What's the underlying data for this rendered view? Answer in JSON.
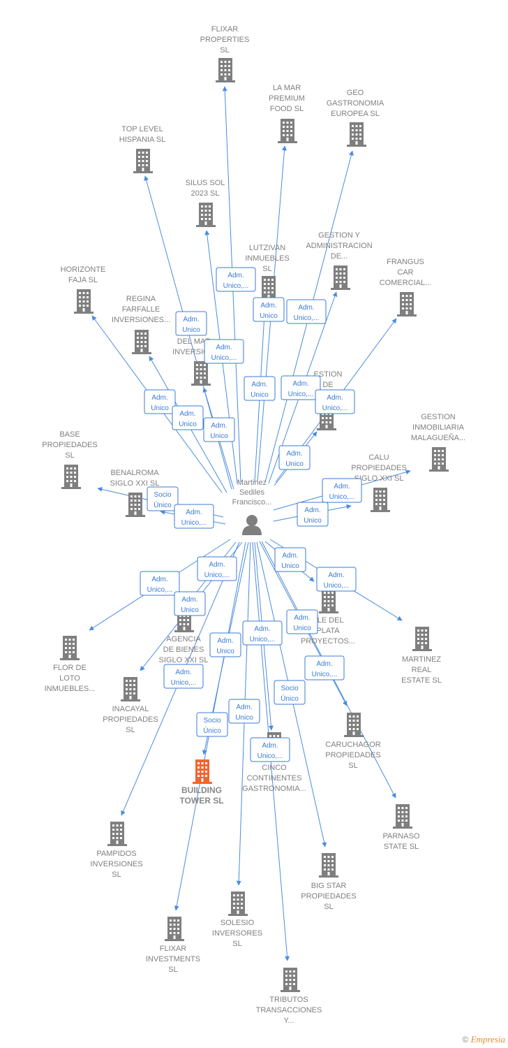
{
  "center": {
    "lines": [
      "Martinez",
      "Sediles",
      "Francisco..."
    ]
  },
  "colors": {
    "edge": "#4a8bdf",
    "node": "#7f7f7f",
    "highlight": "#f26530"
  },
  "nodes": [
    {
      "id": "flixar-properties",
      "lines": [
        "FLIXAR",
        "PROPERTIES",
        "SL"
      ]
    },
    {
      "id": "la-mar",
      "lines": [
        "LA MAR",
        "PREMIUM",
        "FOOD  SL"
      ]
    },
    {
      "id": "geo",
      "lines": [
        "GEO",
        "GASTRONOMIA",
        "EUROPEA  SL"
      ]
    },
    {
      "id": "top-level",
      "lines": [
        "TOP LEVEL",
        "HISPANIA  SL"
      ]
    },
    {
      "id": "silus",
      "lines": [
        "SILUS SOL",
        "2023  SL"
      ]
    },
    {
      "id": "gestion-admin",
      "lines": [
        "GESTION Y",
        "ADMINISTRACION",
        "DE..."
      ]
    },
    {
      "id": "lutzivan",
      "lines": [
        "LUTZIVAN",
        "INMUEBLES",
        "SL"
      ]
    },
    {
      "id": "frangus",
      "lines": [
        "FRANGUS",
        "CAR",
        "COMERCIAL..."
      ]
    },
    {
      "id": "horizonte",
      "lines": [
        "HORIZONTE",
        "FAJA  SL"
      ]
    },
    {
      "id": "regina",
      "lines": [
        "REGINA",
        "FARFALLE",
        "INVERSIONES..."
      ]
    },
    {
      "id": "mar-inversiones",
      "lines": [
        "RES",
        "DEL MAR",
        "INVERSIO..."
      ]
    },
    {
      "id": "gestion-de",
      "lines": [
        "ESTION",
        "DE",
        "INMO..."
      ]
    },
    {
      "id": "gestion-malaguena",
      "lines": [
        "GESTION",
        "INMOBILIARIA",
        "MALAGUEÑA..."
      ]
    },
    {
      "id": "base",
      "lines": [
        "BASE",
        "PROPIEDADES",
        "SL"
      ]
    },
    {
      "id": "benalroma",
      "lines": [
        "BENALROMA",
        "SIGLO XXI  SL"
      ]
    },
    {
      "id": "calu",
      "lines": [
        "CALU",
        "PROPIEDADES",
        "SIGLO XXI  SL"
      ]
    },
    {
      "id": "flor-de-loto",
      "lines": [
        "FLOR DE",
        "LOTO",
        "INMUEBLES..."
      ]
    },
    {
      "id": "agencia",
      "lines": [
        "AGENCIA",
        "DE BIENES",
        "SIGLO XXI  SL"
      ]
    },
    {
      "id": "mueble-plata",
      "lines": [
        "BLE DEL",
        "PLATA",
        "PROYECTOS..."
      ]
    },
    {
      "id": "martinez-real",
      "lines": [
        "MARTINEZ",
        "REAL",
        "ESTATE  SL"
      ]
    },
    {
      "id": "inacayal",
      "lines": [
        "INACAYAL",
        "PROPIEDADES",
        "SL"
      ]
    },
    {
      "id": "caruchagor",
      "lines": [
        "CARUCHAGOR",
        "PROPIEDADES",
        "SL"
      ]
    },
    {
      "id": "building-tower",
      "lines": [
        "BUILDING",
        "TOWER  SL"
      ],
      "highlight": true
    },
    {
      "id": "cinco",
      "lines": [
        "CINCO",
        "CONTINENTES",
        "GASTRONOMIA..."
      ]
    },
    {
      "id": "parnaso",
      "lines": [
        "PARNASO",
        "STATE  SL"
      ]
    },
    {
      "id": "pampidos",
      "lines": [
        "PAMPIDOS",
        "INVERSIONES",
        "SL"
      ]
    },
    {
      "id": "big-star",
      "lines": [
        "BIG STAR",
        "PROPIEDADES",
        "SL"
      ]
    },
    {
      "id": "solesio",
      "lines": [
        "SOLESIO",
        "INVERSORES",
        "SL"
      ]
    },
    {
      "id": "flixar-investments",
      "lines": [
        "FLIXAR",
        "INVESTMENTS",
        "SL"
      ]
    },
    {
      "id": "tributos",
      "lines": [
        "TRIBUTOS",
        "TRANSACCIONES",
        "Y..."
      ]
    }
  ],
  "edges": [
    {
      "to": "flixar-properties",
      "lines": [
        "Adm.",
        "Unico,..."
      ]
    },
    {
      "to": "la-mar",
      "lines": [
        "Adm.",
        "Unico"
      ]
    },
    {
      "to": "geo",
      "lines": [
        "Adm.",
        "Unico,..."
      ]
    },
    {
      "to": "top-level",
      "lines": [
        "Adm.",
        "Unico"
      ]
    },
    {
      "to": "silus",
      "lines": [
        "Adm.",
        "Unico,..."
      ]
    },
    {
      "to": "gestion-admin",
      "lines": [
        "Adm.",
        "Unico,..."
      ]
    },
    {
      "to": "lutzivan",
      "lines": [
        "Adm.",
        "Unico"
      ]
    },
    {
      "to": "frangus",
      "lines": [
        "Adm.",
        "Unico,..."
      ]
    },
    {
      "to": "horizonte",
      "lines": [
        "Adm.",
        "Unico"
      ]
    },
    {
      "to": "regina",
      "lines": [
        "Adm.",
        "Unico"
      ]
    },
    {
      "to": "mar-inversiones",
      "lines": [
        "Adm.",
        "Unico"
      ]
    },
    {
      "to": "gestion-de",
      "lines": [
        "Adm.",
        "Unico"
      ]
    },
    {
      "to": "gestion-malaguena",
      "lines": [
        "Adm.",
        "Unico,..."
      ]
    },
    {
      "to": "base",
      "lines": [
        "Socio",
        "Único"
      ]
    },
    {
      "to": "benalroma",
      "lines": [
        "Adm.",
        "Unico,..."
      ]
    },
    {
      "to": "calu",
      "lines": [
        "Adm.",
        "Unico"
      ]
    },
    {
      "to": "flor-de-loto",
      "lines": [
        "Adm.",
        "Unico,..."
      ]
    },
    {
      "to": "agencia",
      "lines": [
        "Adm.",
        "Unico,..."
      ]
    },
    {
      "to": "mueble-plata",
      "lines": [
        "Adm.",
        "Unico"
      ]
    },
    {
      "to": "martinez-real",
      "lines": [
        "Adm.",
        "Unico,..."
      ]
    },
    {
      "to": "inacayal",
      "lines": [
        "Adm.",
        "Unico"
      ]
    },
    {
      "to": "caruchagor",
      "lines": [
        "Adm.",
        "Unico,..."
      ]
    },
    {
      "to": "building-tower",
      "lines": [
        "Adm.",
        "Unico"
      ]
    },
    {
      "to": "cinco",
      "lines": [
        "Adm.",
        "Unico,..."
      ]
    },
    {
      "to": "parnaso",
      "lines": [
        "Adm.",
        "Unico"
      ]
    },
    {
      "to": "pampidos",
      "lines": [
        "Adm.",
        "Unico,..."
      ]
    },
    {
      "to": "big-star",
      "lines": [
        "Socio",
        "Único"
      ]
    },
    {
      "to": "solesio",
      "lines": [
        "Adm.",
        "Unico"
      ]
    },
    {
      "to": "flixar-investments",
      "lines": [
        "Socio",
        "Único"
      ]
    },
    {
      "to": "tributos",
      "lines": [
        "Adm.",
        "Unico,..."
      ]
    }
  ],
  "footer": {
    "copyright": "©",
    "brand": "Empresia"
  }
}
